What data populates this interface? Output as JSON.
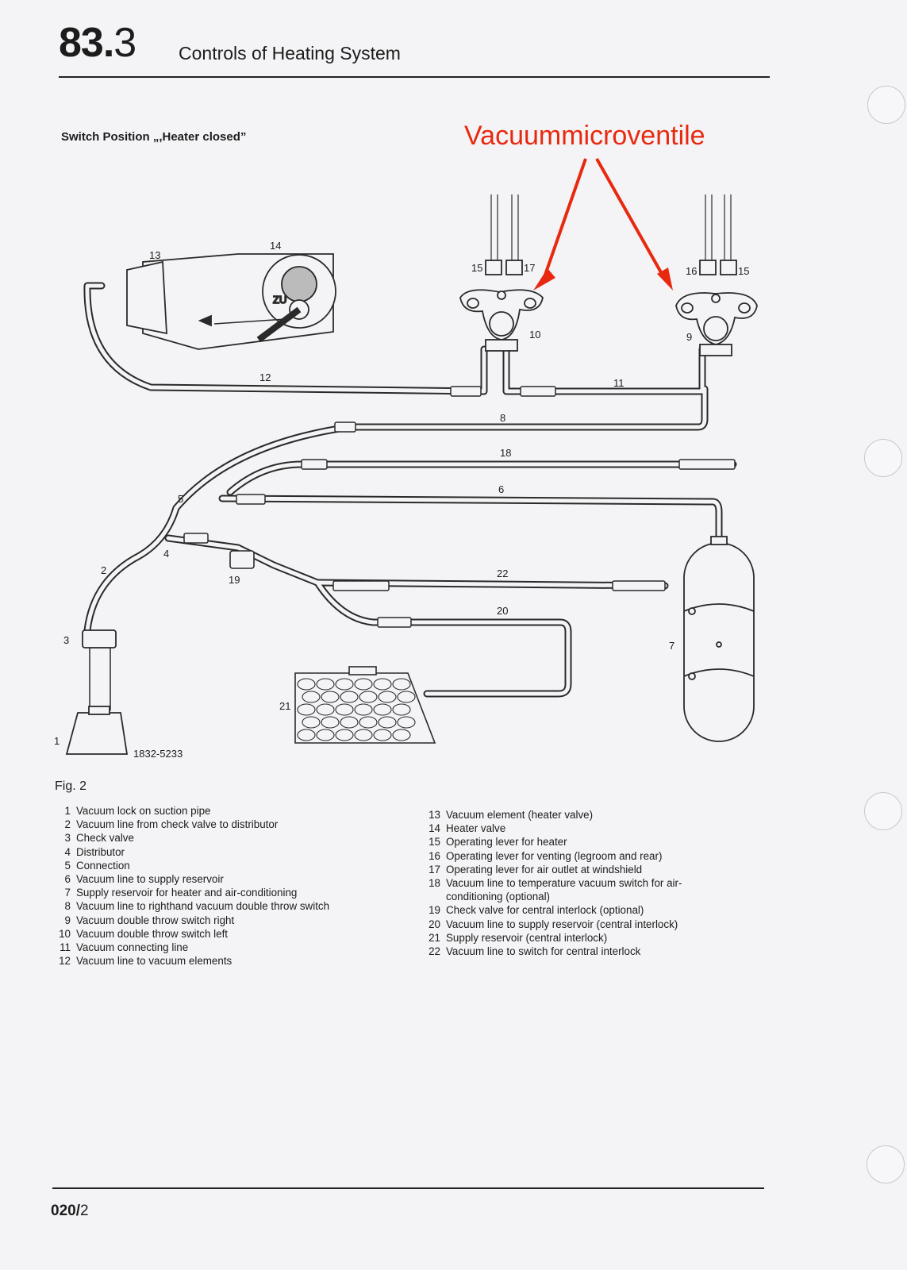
{
  "header": {
    "section_major": "83.",
    "section_minor": "3",
    "title": "Controls of Heating System"
  },
  "subheading": "Switch Position „,Heater closed”",
  "annotation": {
    "text": "Vacuummicroventile",
    "color": "#e8290f"
  },
  "diagram": {
    "part_numbers": {
      "n1": "1",
      "n2": "2",
      "n3": "3",
      "n4": "4",
      "n5": "5",
      "n6": "6",
      "n7": "7",
      "n8": "8",
      "n9": "9",
      "n10": "10",
      "n11": "11",
      "n12": "12",
      "n13": "13",
      "n14": "14",
      "n15a": "15",
      "n15b": "15",
      "n16": "16",
      "n17": "17",
      "n18": "18",
      "n19": "19",
      "n20": "20",
      "n21": "21",
      "n22": "22"
    },
    "valve_label": "ZU",
    "drawing_code": "1832-5233"
  },
  "figure_label": "Fig. 2",
  "legend_left": [
    {
      "num": "1",
      "text": "Vacuum lock on suction pipe"
    },
    {
      "num": "2",
      "text": "Vacuum line from check valve to distributor"
    },
    {
      "num": "3",
      "text": "Check valve"
    },
    {
      "num": "4",
      "text": "Distributor"
    },
    {
      "num": "5",
      "text": "Connection"
    },
    {
      "num": "6",
      "text": "Vacuum line to supply reservoir"
    },
    {
      "num": "7",
      "text": "Supply reservoir for heater and air-conditioning"
    },
    {
      "num": "8",
      "text": "Vacuum line to righthand vacuum double throw switch"
    },
    {
      "num": "9",
      "text": "Vacuum double throw switch right"
    },
    {
      "num": "10",
      "text": "Vacuum double throw switch left"
    },
    {
      "num": "11",
      "text": "Vacuum connecting line"
    },
    {
      "num": "12",
      "text": "Vacuum line to vacuum elements"
    }
  ],
  "legend_right": [
    {
      "num": "13",
      "text": "Vacuum element (heater valve)"
    },
    {
      "num": "14",
      "text": "Heater valve"
    },
    {
      "num": "15",
      "text": "Operating lever for heater"
    },
    {
      "num": "16",
      "text": "Operating lever for venting (legroom and rear)"
    },
    {
      "num": "17",
      "text": "Operating lever for air outlet at windshield"
    },
    {
      "num": "18",
      "text": "Vacuum line to temperature vacuum switch for air-",
      "cont": "conditioning (optional)"
    },
    {
      "num": "19",
      "text": "Check valve for central interlock (optional)"
    },
    {
      "num": "20",
      "text": "Vacuum line to supply reservoir (central interlock)"
    },
    {
      "num": "21",
      "text": "Supply reservoir (central interlock)"
    },
    {
      "num": "22",
      "text": "Vacuum line to switch for central interlock"
    }
  ],
  "footer": {
    "page_major": "020/",
    "page_minor": "2"
  }
}
